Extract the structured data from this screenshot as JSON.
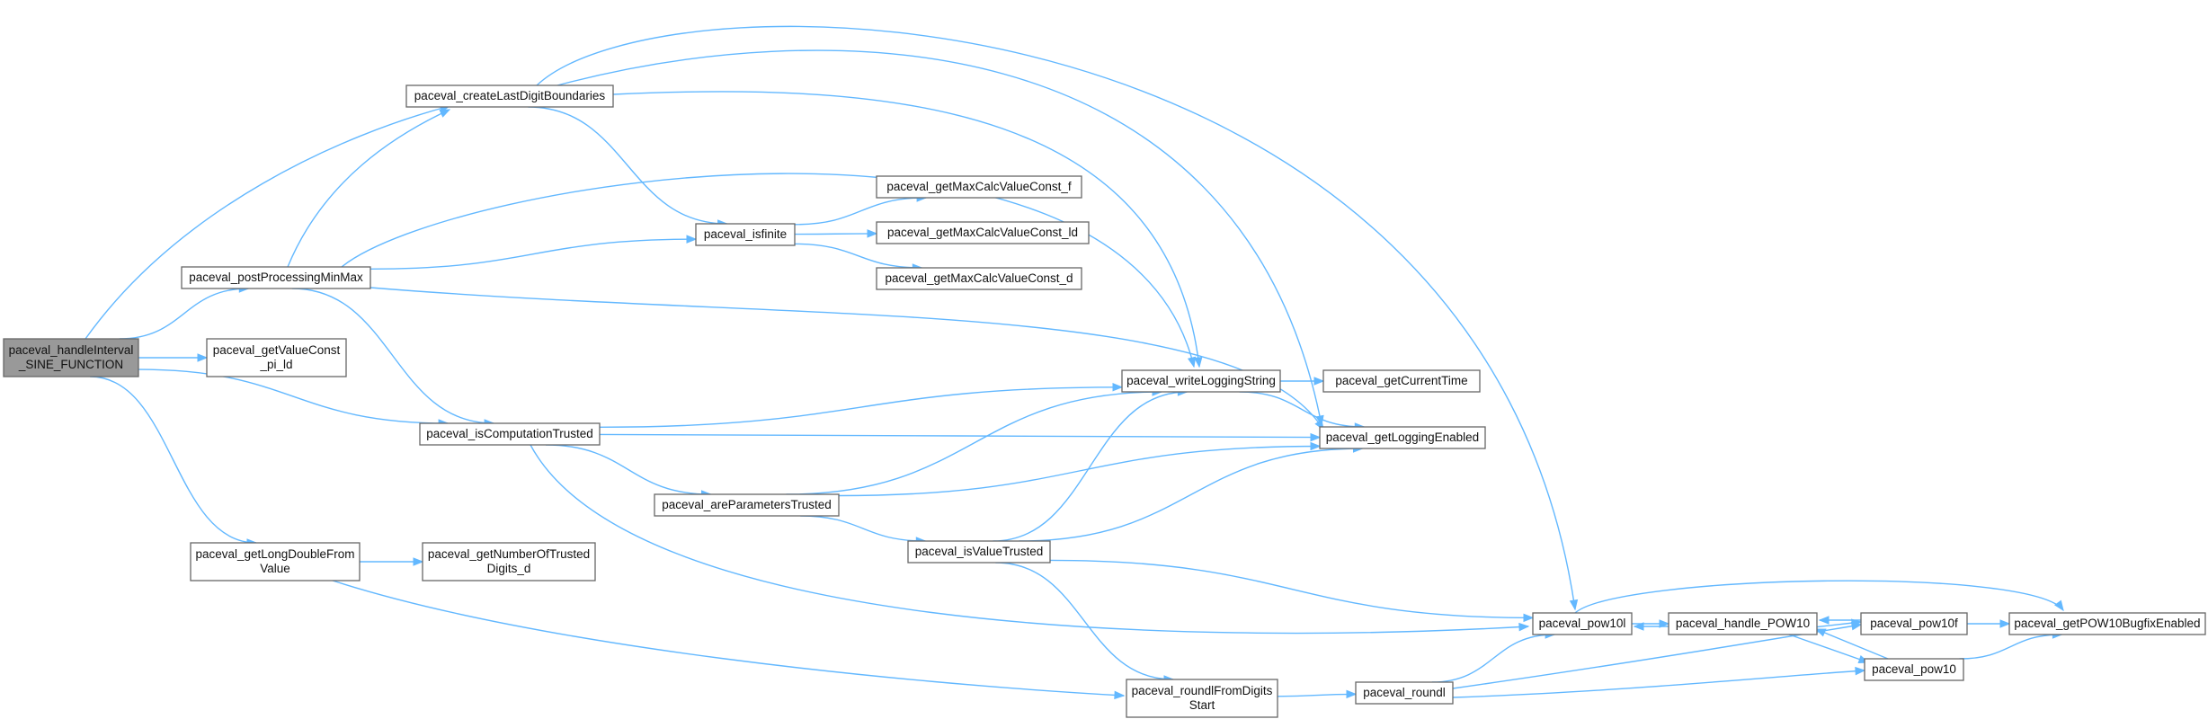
{
  "nodes": [
    {
      "id": "handleInterval",
      "lines": [
        "paceval_handleInterval",
        "_SINE_FUNCTION"
      ],
      "root": true
    },
    {
      "id": "createLastDigitBoundaries",
      "lines": [
        "paceval_createLastDigitBoundaries"
      ]
    },
    {
      "id": "postProcessingMinMax",
      "lines": [
        "paceval_postProcessingMinMax"
      ]
    },
    {
      "id": "getValueConst_pi_ld",
      "lines": [
        "paceval_getValueConst",
        "_pi_ld"
      ]
    },
    {
      "id": "isComputationTrusted",
      "lines": [
        "paceval_isComputationTrusted"
      ]
    },
    {
      "id": "getLongDoubleFromValue",
      "lines": [
        "paceval_getLongDoubleFrom",
        "Value"
      ]
    },
    {
      "id": "getNumberOfTrustedDigits_d",
      "lines": [
        "paceval_getNumberOfTrusted",
        "Digits_d"
      ]
    },
    {
      "id": "isfinite",
      "lines": [
        "paceval_isfinite"
      ]
    },
    {
      "id": "areParametersTrusted",
      "lines": [
        "paceval_areParametersTrusted"
      ]
    },
    {
      "id": "getMaxCalcValueConst_f",
      "lines": [
        "paceval_getMaxCalcValueConst_f"
      ]
    },
    {
      "id": "getMaxCalcValueConst_ld",
      "lines": [
        "paceval_getMaxCalcValueConst_ld"
      ]
    },
    {
      "id": "getMaxCalcValueConst_d",
      "lines": [
        "paceval_getMaxCalcValueConst_d"
      ]
    },
    {
      "id": "isValueTrusted",
      "lines": [
        "paceval_isValueTrusted"
      ]
    },
    {
      "id": "writeLoggingString",
      "lines": [
        "paceval_writeLoggingString"
      ]
    },
    {
      "id": "roundlFromDigitsStart",
      "lines": [
        "paceval_roundlFromDigits",
        "Start"
      ]
    },
    {
      "id": "getCurrentTime",
      "lines": [
        "paceval_getCurrentTime"
      ]
    },
    {
      "id": "getLoggingEnabled",
      "lines": [
        "paceval_getLoggingEnabled"
      ]
    },
    {
      "id": "roundl",
      "lines": [
        "paceval_roundl"
      ]
    },
    {
      "id": "pow10l",
      "lines": [
        "paceval_pow10l"
      ]
    },
    {
      "id": "handle_POW10",
      "lines": [
        "paceval_handle_POW10"
      ]
    },
    {
      "id": "pow10f",
      "lines": [
        "paceval_pow10f"
      ]
    },
    {
      "id": "pow10",
      "lines": [
        "paceval_pow10"
      ]
    },
    {
      "id": "getPOW10BugfixEnabled",
      "lines": [
        "paceval_getPOW10BugfixEnabled"
      ]
    }
  ],
  "edges": [
    [
      "handleInterval",
      "createLastDigitBoundaries"
    ],
    [
      "handleInterval",
      "postProcessingMinMax"
    ],
    [
      "handleInterval",
      "getValueConst_pi_ld"
    ],
    [
      "handleInterval",
      "isComputationTrusted"
    ],
    [
      "handleInterval",
      "getLongDoubleFromValue"
    ],
    [
      "postProcessingMinMax",
      "createLastDigitBoundaries"
    ],
    [
      "postProcessingMinMax",
      "isfinite"
    ],
    [
      "postProcessingMinMax",
      "writeLoggingString"
    ],
    [
      "postProcessingMinMax",
      "getLoggingEnabled"
    ],
    [
      "postProcessingMinMax",
      "isComputationTrusted"
    ],
    [
      "createLastDigitBoundaries",
      "pow10l"
    ],
    [
      "createLastDigitBoundaries",
      "getLoggingEnabled"
    ],
    [
      "createLastDigitBoundaries",
      "writeLoggingString"
    ],
    [
      "createLastDigitBoundaries",
      "isfinite"
    ],
    [
      "isfinite",
      "getMaxCalcValueConst_f"
    ],
    [
      "isfinite",
      "getMaxCalcValueConst_ld"
    ],
    [
      "isfinite",
      "getMaxCalcValueConst_d"
    ],
    [
      "isComputationTrusted",
      "writeLoggingString"
    ],
    [
      "isComputationTrusted",
      "getLoggingEnabled"
    ],
    [
      "isComputationTrusted",
      "areParametersTrusted"
    ],
    [
      "isComputationTrusted",
      "pow10l"
    ],
    [
      "areParametersTrusted",
      "writeLoggingString"
    ],
    [
      "areParametersTrusted",
      "getLoggingEnabled"
    ],
    [
      "areParametersTrusted",
      "isValueTrusted"
    ],
    [
      "isValueTrusted",
      "writeLoggingString"
    ],
    [
      "isValueTrusted",
      "getLoggingEnabled"
    ],
    [
      "isValueTrusted",
      "pow10l"
    ],
    [
      "isValueTrusted",
      "roundlFromDigitsStart"
    ],
    [
      "getLongDoubleFromValue",
      "getNumberOfTrustedDigits_d"
    ],
    [
      "getLongDoubleFromValue",
      "roundlFromDigitsStart"
    ],
    [
      "writeLoggingString",
      "getCurrentTime"
    ],
    [
      "writeLoggingString",
      "getLoggingEnabled"
    ],
    [
      "roundlFromDigitsStart",
      "roundl"
    ],
    [
      "roundl",
      "pow10l"
    ],
    [
      "roundl",
      "pow10f"
    ],
    [
      "roundl",
      "pow10"
    ],
    [
      "pow10l",
      "handle_POW10"
    ],
    [
      "pow10l",
      "getPOW10BugfixEnabled"
    ],
    [
      "handle_POW10",
      "pow10l"
    ],
    [
      "handle_POW10",
      "pow10f"
    ],
    [
      "handle_POW10",
      "pow10"
    ],
    [
      "pow10f",
      "handle_POW10"
    ],
    [
      "pow10f",
      "getPOW10BugfixEnabled"
    ],
    [
      "pow10",
      "handle_POW10"
    ],
    [
      "pow10",
      "getPOW10BugfixEnabled"
    ]
  ],
  "colors": {
    "edge": "#63b8ff",
    "node_border": "#666666",
    "root_fill": "#999999",
    "node_fill": "#ffffff"
  }
}
